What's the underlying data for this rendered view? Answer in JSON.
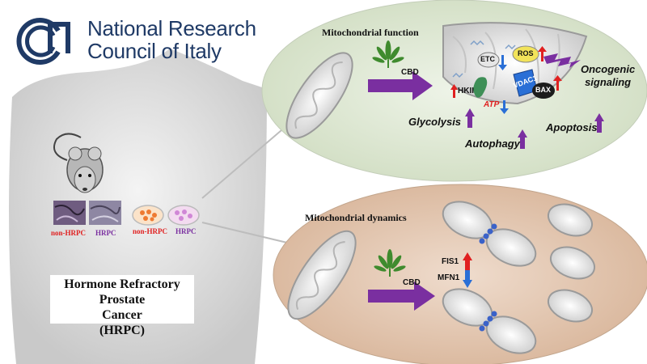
{
  "logo": {
    "line1": "National Research",
    "line2": "Council of Italy"
  },
  "left_panel": {
    "tissue_labels": [
      "non-HRPC",
      "HRPC"
    ],
    "dish_labels": [
      "non-HRPC",
      "HRPC"
    ],
    "title_lines": [
      "Hormone Refractory Prostate",
      "Cancer",
      "(HRPC)"
    ]
  },
  "function_panel": {
    "title": "Mitochondrial function",
    "cbd": "CBD",
    "etc": "ETC",
    "ros": "ROS",
    "hkii": "HKII",
    "vdac1": "VDAC1",
    "bax": "BAX",
    "atp": "ATP",
    "glycolysis": "Glycolysis",
    "autophagy": "Autophagy",
    "apoptosis": "Apoptosis",
    "oncogenic": [
      "Oncogenic",
      "signaling"
    ]
  },
  "dynamics_panel": {
    "title": "Mitochondrial dynamics",
    "cbd": "CBD",
    "fis1": "FIS1",
    "mfn1": "MFN1"
  },
  "colors": {
    "logo_blue": "#1f3a66",
    "arrow_purple": "#7a2fa0",
    "up_red": "#e02020",
    "down_blue": "#2a6fd6",
    "function_bg": "#e3ecd9",
    "dynamics_bg": "#ead0bd",
    "cannabis_green": "#3f8b2e"
  }
}
